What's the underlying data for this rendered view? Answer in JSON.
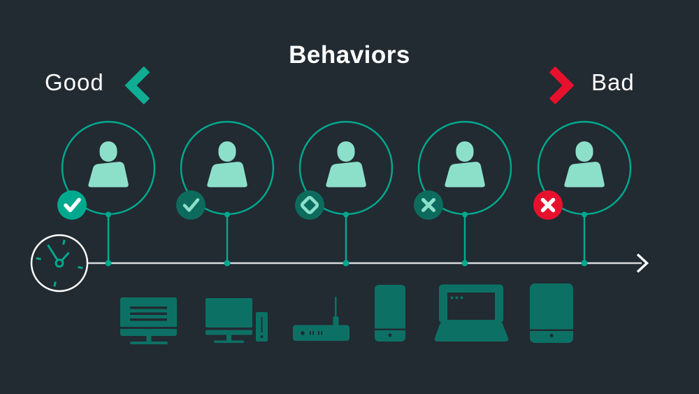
{
  "title": "Behaviors",
  "scale": {
    "left_label": "Good",
    "right_label": "Bad",
    "gradient": {
      "start": "#0fae93",
      "mid": "#93999d",
      "end": "#e8112d"
    }
  },
  "colors": {
    "background": "#222a32",
    "teal": "#00a98e",
    "mint": "#8ce0c9",
    "dark_badge_green": "#0d6b5d",
    "device_green": "#0c7164",
    "red": "#e8112d",
    "timeline": "#d8dadb",
    "white": "#ffffff"
  },
  "users": [
    {
      "label": "user-1",
      "badge": "check",
      "badge_color": "#00a98e",
      "glyph_color": "#ffffff"
    },
    {
      "label": "user-2",
      "badge": "check",
      "badge_color": "#0d6b5d",
      "glyph_color": "#8ce0c9"
    },
    {
      "label": "user-3",
      "badge": "diamond",
      "badge_color": "#0d6b5d",
      "glyph_color": "#8ce0c9"
    },
    {
      "label": "user-4",
      "badge": "cross",
      "badge_color": "#0d6b5d",
      "glyph_color": "#8ce0c9"
    },
    {
      "label": "user-5",
      "badge": "cross",
      "badge_color": "#e8112d",
      "glyph_color": "#ffffff"
    }
  ],
  "timeline": {
    "icon": "clock-icon",
    "direction": "right"
  },
  "devices": [
    "desktop-monitor-icon",
    "desktop-pc-icon",
    "router-icon",
    "smartphone-icon",
    "laptop-icon",
    "tablet-icon"
  ]
}
